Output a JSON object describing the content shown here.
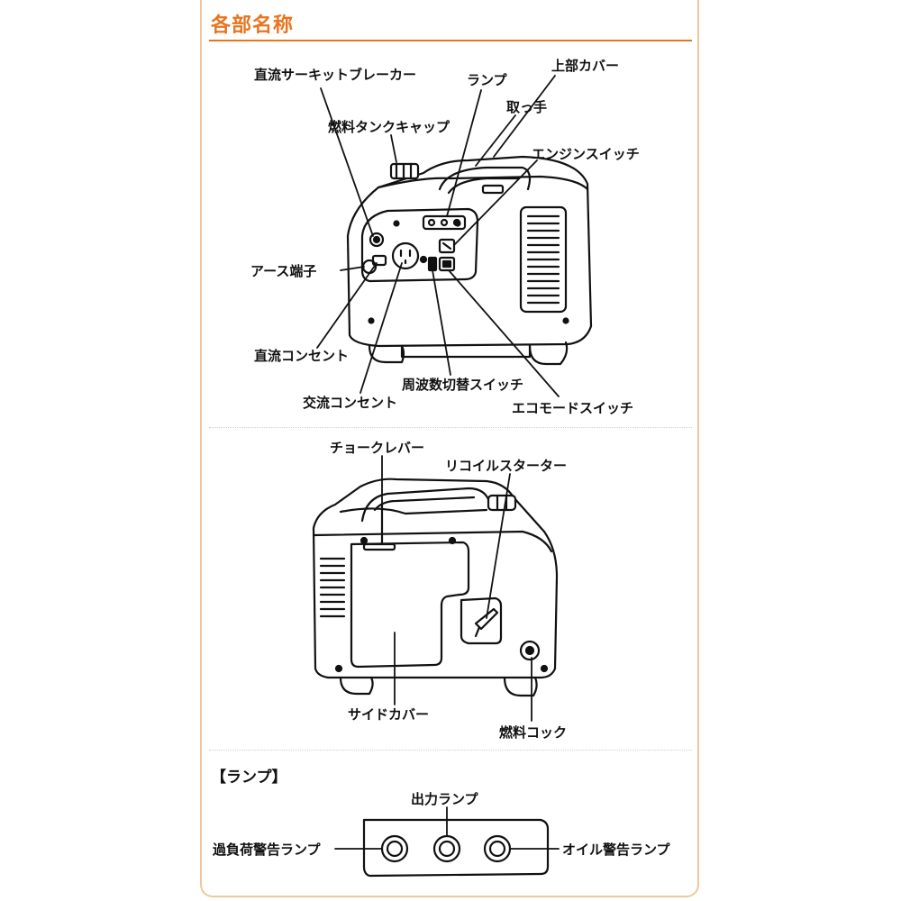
{
  "header": {
    "title": "各部名称"
  },
  "front_view": {
    "labels": {
      "dc_breaker": "直流サーキットブレーカー",
      "lamp": "ランプ",
      "top_cover": "上部カバー",
      "fuel_cap": "燃料タンクキャップ",
      "handle": "取っ手",
      "engine_switch": "エンジンスイッチ",
      "ground_terminal": "アース端子",
      "dc_outlet": "直流コンセント",
      "frequency_switch": "周波数切替スイッチ",
      "ac_outlet": "交流コンセント",
      "eco_mode_switch": "エコモードスイッチ"
    }
  },
  "side_view": {
    "labels": {
      "choke_lever": "チョークレバー",
      "recoil_starter": "リコイルスターター",
      "side_cover": "サイドカバー",
      "fuel_cock": "燃料コック"
    }
  },
  "lamp_panel": {
    "section_title": "【ランプ】",
    "labels": {
      "output_lamp": "出力ランプ",
      "overload_lamp": "過負荷警告ランプ",
      "oil_lamp": "オイル警告ランプ"
    }
  },
  "colors": {
    "accent": "#e8741e",
    "frame": "#f0c79a",
    "line": "#111111"
  }
}
